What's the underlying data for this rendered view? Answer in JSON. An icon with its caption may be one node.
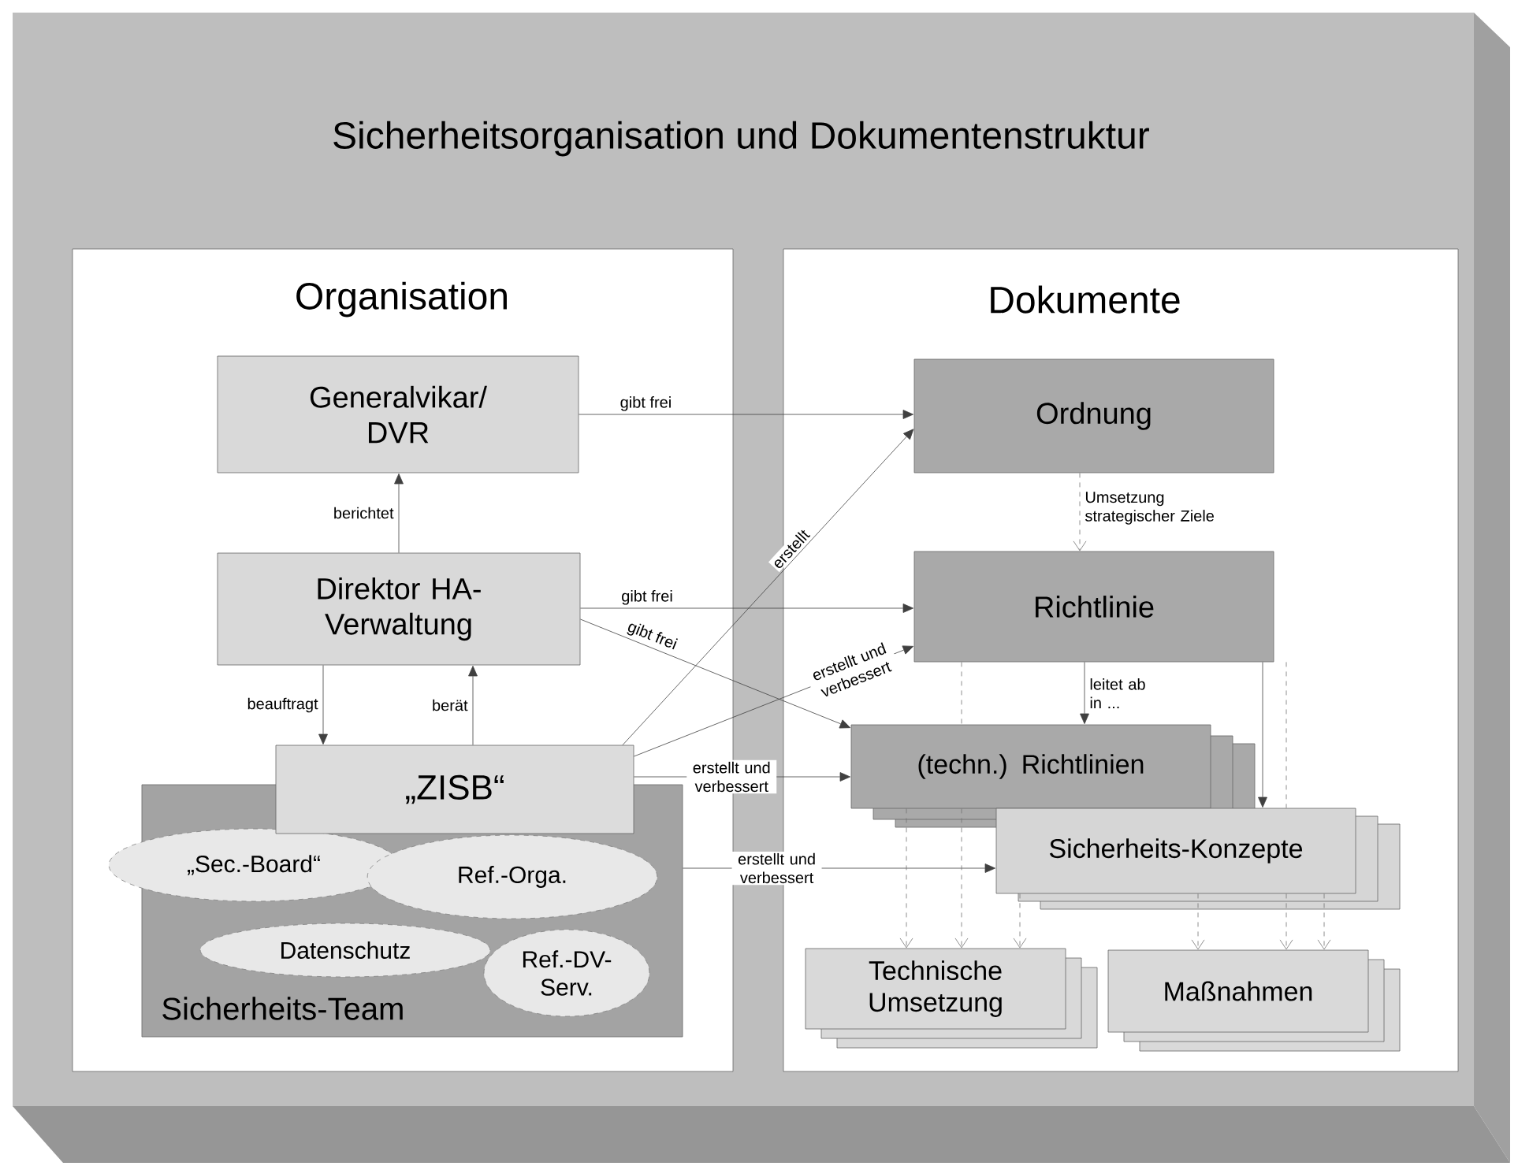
{
  "diagram": {
    "title": "Sicherheitsorganisation und Dokumentenstruktur",
    "nodes": [
      {
        "text": [
          "Organisation"
        ]
      },
      {
        "text": [
          "Generalvikar/ DVR"
        ],
        "in": 0
      },
      {
        "text": [
          "Direktor HA-Verwaltung"
        ],
        "in": 0
      },
      {
        "text": [
          "„ZISB“"
        ],
        "in": 0
      },
      {
        "text": [
          "Sicherheits-Team"
        ],
        "in": 0
      },
      {
        "text": [
          "„Sec.-Board“"
        ],
        "in": 4
      },
      {
        "text": [
          "Ref.-Orga."
        ],
        "in": 4
      },
      {
        "text": [
          "Datenschutz"
        ],
        "in": 4
      },
      {
        "text": [
          "Ref.-DV-Serv."
        ],
        "in": 4
      },
      {
        "text": [
          "Dokumente"
        ]
      },
      {
        "text": [
          "Ordnung"
        ],
        "in": 9
      },
      {
        "text": [
          "Richtlinie"
        ],
        "in": 9
      },
      {
        "text": [
          "(techn.) Richtlinien"
        ],
        "in": 9
      },
      {
        "text": [
          "Sicherheits-Konzepte"
        ],
        "in": 9
      },
      {
        "text": [
          "Technische Umsetzung"
        ],
        "in": 9
      },
      {
        "text": [
          "Maßnahmen"
        ],
        "in": 9
      }
    ],
    "edges": [
      {
        "from": 1,
        "to": 10,
        "arrow": "to",
        "label": "gibt frei"
      },
      {
        "from": 2,
        "to": 1,
        "arrow": "to",
        "label": "berichtet"
      },
      {
        "from": 2,
        "to": 3,
        "arrow": "to",
        "label": "beauftragt"
      },
      {
        "from": 3,
        "to": 2,
        "arrow": "to",
        "label": "berät"
      },
      {
        "from": 2,
        "to": 11,
        "arrow": "to",
        "label": "gibt frei"
      },
      {
        "from": 2,
        "to": 12,
        "arrow": "to",
        "label": "gibt frei"
      },
      {
        "from": 3,
        "to": 10,
        "arrow": "to",
        "label": "erstellt"
      },
      {
        "from": 3,
        "to": 11,
        "arrow": "to",
        "label": "erstellt und verbessert"
      },
      {
        "from": 3,
        "to": 12,
        "arrow": "to",
        "label": "erstellt und verbessert"
      },
      {
        "from": 4,
        "to": 13,
        "arrow": "to",
        "label": "erstellt und verbessert"
      },
      {
        "from": 10,
        "to": 11,
        "arrow": "to",
        "style": "dashed",
        "label": "Umsetzung strategischer Ziele"
      },
      {
        "from": 11,
        "to": 12,
        "arrow": "to",
        "label": "leitet ab in ..."
      },
      {
        "from": 11,
        "to": 13,
        "arrow": "to"
      },
      {
        "from": 11,
        "to": 12,
        "arrow": "none",
        "style": "dashed"
      },
      {
        "from": 11,
        "to": 13,
        "arrow": "none",
        "style": "dashed"
      },
      {
        "from": 12,
        "to": 14,
        "arrow": "to",
        "style": "dashed"
      },
      {
        "from": 12,
        "to": 14,
        "arrow": "to",
        "style": "dashed"
      },
      {
        "from": 13,
        "to": 14,
        "arrow": "to",
        "style": "dashed"
      },
      {
        "from": 13,
        "to": 15,
        "arrow": "to",
        "style": "dashed"
      },
      {
        "from": 13,
        "to": 15,
        "arrow": "to",
        "style": "dashed"
      },
      {
        "from": 13,
        "to": 15,
        "arrow": "to",
        "style": "dashed"
      }
    ]
  }
}
